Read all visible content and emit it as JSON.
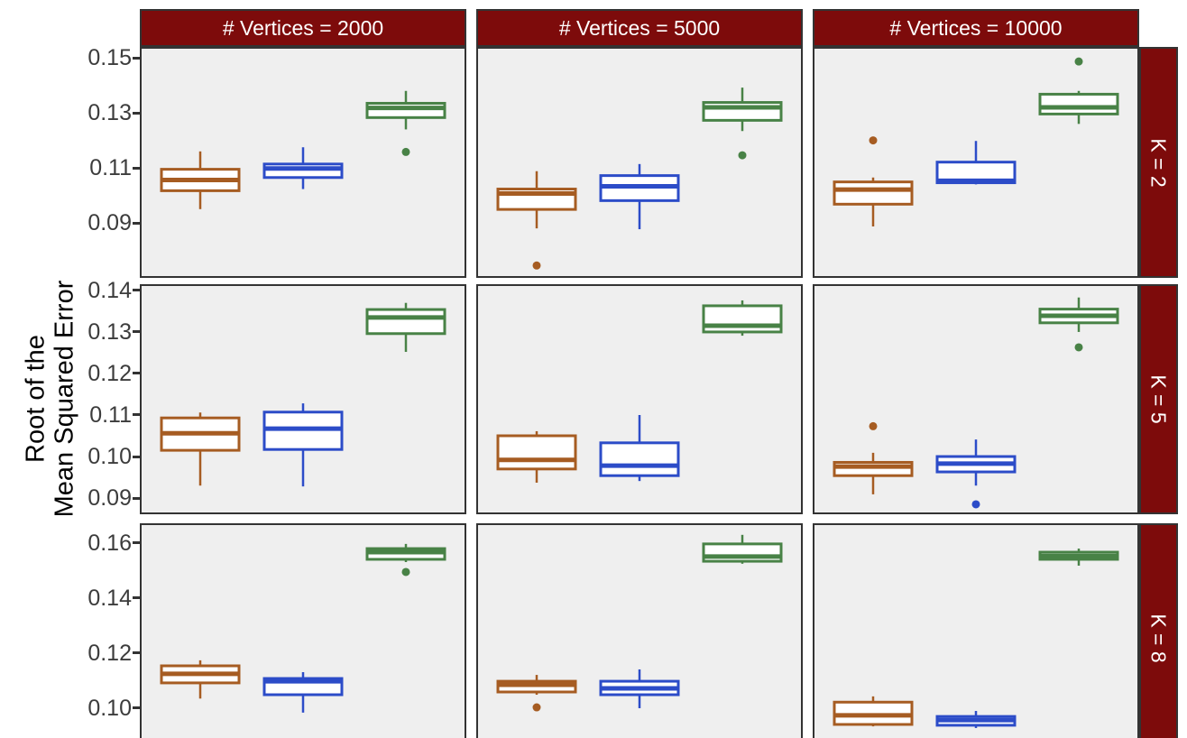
{
  "figure": {
    "ylabel_line1": "Root of the",
    "ylabel_line2": "Mean Squared Error",
    "colors": {
      "brown": "#A65C22",
      "blue": "#2C4CC8",
      "green": "#488246",
      "strip_bg": "#7D0B0B",
      "strip_text": "#FFFFFF",
      "panel_bg": "#EFEFEF",
      "panel_border": "#333333",
      "tick_text": "#3C3C3C"
    }
  },
  "chart_data": {
    "type": "boxplot",
    "title": "",
    "ylabel": "Root of the Mean Squared Error",
    "xlabel": "",
    "legend": "none",
    "grid": "off",
    "facet_columns": [
      "# Vertices = 2000",
      "# Vertices = 5000",
      "# Vertices = 10000"
    ],
    "facet_rows": [
      "K = 2",
      "K = 5",
      "K = 8"
    ],
    "groups": [
      "brown",
      "blue",
      "green"
    ],
    "rows": [
      {
        "label": "K = 2",
        "ticks": [
          0.15,
          0.13,
          0.11,
          0.09
        ],
        "ylim": [
          0.07,
          0.154
        ],
        "panels": [
          {
            "col": "# Vertices = 2000",
            "boxes": [
              {
                "group": "brown",
                "whislo": 0.095,
                "q1": 0.1017,
                "med": 0.1056,
                "q3": 0.1095,
                "whishi": 0.116,
                "outliers": []
              },
              {
                "group": "blue",
                "whislo": 0.1023,
                "q1": 0.1065,
                "med": 0.1098,
                "q3": 0.1114,
                "whishi": 0.1175,
                "outliers": []
              },
              {
                "group": "green",
                "whislo": 0.124,
                "q1": 0.1283,
                "med": 0.1318,
                "q3": 0.1335,
                "whishi": 0.138,
                "outliers": [
                  0.1158
                ]
              }
            ]
          },
          {
            "col": "# Vertices = 5000",
            "boxes": [
              {
                "group": "brown",
                "whislo": 0.088,
                "q1": 0.0949,
                "med": 0.1007,
                "q3": 0.1023,
                "whishi": 0.1088,
                "outliers": [
                  0.0745
                ]
              },
              {
                "group": "blue",
                "whislo": 0.0877,
                "q1": 0.0981,
                "med": 0.1033,
                "q3": 0.1072,
                "whishi": 0.1114,
                "outliers": []
              },
              {
                "group": "green",
                "whislo": 0.1234,
                "q1": 0.1273,
                "med": 0.132,
                "q3": 0.1338,
                "whishi": 0.1392,
                "outliers": [
                  0.1146
                ]
              }
            ]
          },
          {
            "col": "# Vertices = 10000",
            "boxes": [
              {
                "group": "brown",
                "whislo": 0.0887,
                "q1": 0.0968,
                "med": 0.1021,
                "q3": 0.1049,
                "whishi": 0.1065,
                "outliers": [
                  0.12
                ]
              },
              {
                "group": "blue",
                "whislo": 0.104,
                "q1": 0.1046,
                "med": 0.1053,
                "q3": 0.1121,
                "whishi": 0.1198,
                "outliers": []
              },
              {
                "group": "green",
                "whislo": 0.126,
                "q1": 0.1296,
                "med": 0.132,
                "q3": 0.1368,
                "whishi": 0.138,
                "outliers": [
                  0.1487
                ]
              }
            ]
          }
        ]
      },
      {
        "label": "K = 5",
        "ticks": [
          0.14,
          0.13,
          0.12,
          0.11,
          0.1,
          0.09
        ],
        "ylim": [
          0.0861,
          0.1415
        ],
        "panels": [
          {
            "col": "# Vertices = 2000",
            "boxes": [
              {
                "group": "brown",
                "whislo": 0.093,
                "q1": 0.1015,
                "med": 0.1056,
                "q3": 0.1093,
                "whishi": 0.1106,
                "outliers": []
              },
              {
                "group": "blue",
                "whislo": 0.0928,
                "q1": 0.1017,
                "med": 0.1067,
                "q3": 0.1107,
                "whishi": 0.1128,
                "outliers": []
              },
              {
                "group": "green",
                "whislo": 0.1252,
                "q1": 0.1296,
                "med": 0.1335,
                "q3": 0.1354,
                "whishi": 0.137,
                "outliers": []
              }
            ]
          },
          {
            "col": "# Vertices = 5000",
            "boxes": [
              {
                "group": "brown",
                "whislo": 0.0937,
                "q1": 0.097,
                "med": 0.0992,
                "q3": 0.105,
                "whishi": 0.1061,
                "outliers": []
              },
              {
                "group": "blue",
                "whislo": 0.0941,
                "q1": 0.0954,
                "med": 0.0978,
                "q3": 0.1033,
                "whishi": 0.11,
                "outliers": []
              },
              {
                "group": "green",
                "whislo": 0.1291,
                "q1": 0.13,
                "med": 0.1315,
                "q3": 0.1363,
                "whishi": 0.1376,
                "outliers": []
              }
            ]
          },
          {
            "col": "# Vertices = 10000",
            "boxes": [
              {
                "group": "brown",
                "whislo": 0.0909,
                "q1": 0.0954,
                "med": 0.0976,
                "q3": 0.0986,
                "whishi": 0.1009,
                "outliers": [
                  0.1073
                ]
              },
              {
                "group": "blue",
                "whislo": 0.093,
                "q1": 0.0963,
                "med": 0.0983,
                "q3": 0.1,
                "whishi": 0.1041,
                "outliers": [
                  0.0885
                ]
              },
              {
                "group": "green",
                "whislo": 0.13,
                "q1": 0.1322,
                "med": 0.1339,
                "q3": 0.1355,
                "whishi": 0.1383,
                "outliers": [
                  0.1263
                ]
              }
            ]
          }
        ]
      },
      {
        "label": "K = 8",
        "ticks": [
          0.16,
          0.14,
          0.12,
          0.1
        ],
        "ylim": [
          0.0836,
          0.1672
        ],
        "panels": [
          {
            "col": "# Vertices = 2000",
            "boxes": [
              {
                "group": "brown",
                "whislo": 0.1035,
                "q1": 0.1092,
                "med": 0.1125,
                "q3": 0.1154,
                "whishi": 0.1174,
                "outliers": []
              },
              {
                "group": "blue",
                "whislo": 0.0984,
                "q1": 0.1049,
                "med": 0.1098,
                "q3": 0.1108,
                "whishi": 0.1131,
                "outliers": []
              },
              {
                "group": "green",
                "whislo": 0.1531,
                "q1": 0.1541,
                "med": 0.1567,
                "q3": 0.158,
                "whishi": 0.1597,
                "outliers": [
                  0.1495
                ]
              }
            ]
          },
          {
            "col": "# Vertices = 5000",
            "boxes": [
              {
                "group": "brown",
                "whislo": 0.1049,
                "q1": 0.1059,
                "med": 0.1085,
                "q3": 0.1098,
                "whishi": 0.1121,
                "outliers": [
                  0.1003
                ]
              },
              {
                "group": "blue",
                "whislo": 0.1,
                "q1": 0.1049,
                "med": 0.1072,
                "q3": 0.1098,
                "whishi": 0.1141,
                "outliers": []
              },
              {
                "group": "green",
                "whislo": 0.1525,
                "q1": 0.1534,
                "med": 0.1551,
                "q3": 0.1597,
                "whishi": 0.163,
                "outliers": []
              }
            ]
          },
          {
            "col": "# Vertices = 10000",
            "boxes": [
              {
                "group": "brown",
                "whislo": 0.0934,
                "q1": 0.0941,
                "med": 0.0974,
                "q3": 0.1022,
                "whishi": 0.1043,
                "outliers": []
              },
              {
                "group": "blue",
                "whislo": 0.0928,
                "q1": 0.0938,
                "med": 0.0957,
                "q3": 0.097,
                "whishi": 0.099,
                "outliers": []
              },
              {
                "group": "green",
                "whislo": 0.1518,
                "q1": 0.1541,
                "med": 0.1553,
                "q3": 0.1567,
                "whishi": 0.158,
                "outliers": []
              }
            ]
          }
        ]
      }
    ]
  }
}
